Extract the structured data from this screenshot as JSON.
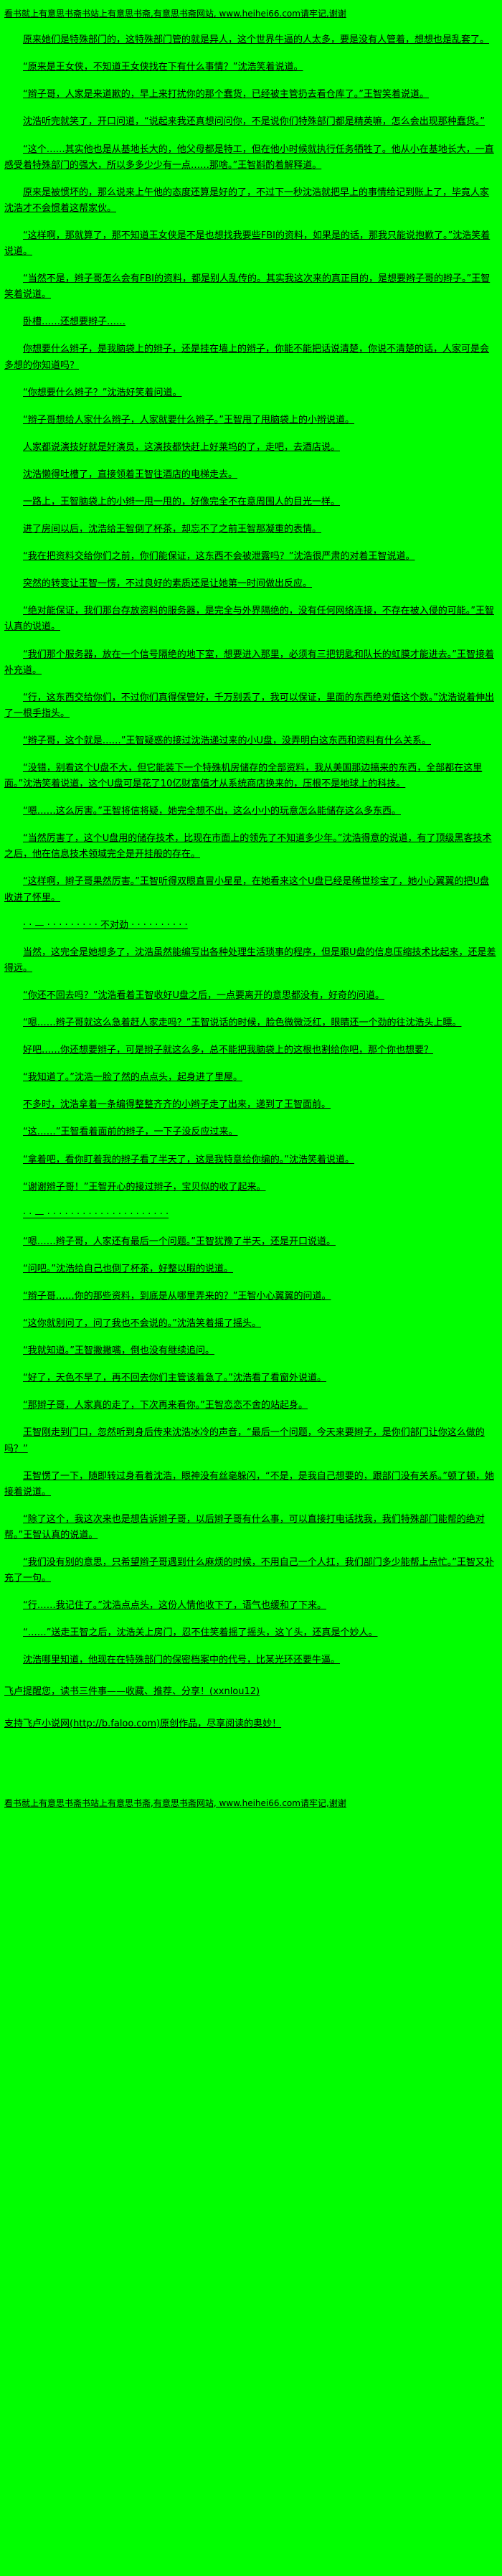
{
  "page": {
    "background_color": "#00ff00",
    "text_color": "#000000",
    "site_url": "www.heihei66.com",
    "banner_top": "看书就上有意思书斋书站上有意思书斋,有意思书斋网站, www.heihei66.com请牢记,谢谢",
    "banner_bottom": "看书就上有意思书斋书站上有意思书斋,有意思书斋网站, www.heihei66.com请牢记,谢谢"
  },
  "content": {
    "paragraphs": [
      "原来她们是特殊部门的，这特殊部门管的就是异人，这个世界牛逼的人太多，要是没有人管着，想想也是乱套了。",
      "“原来是王女侠，不知道王女侠找在下有什么事情？”沈浩笑着说道。",
      "“辫子哥，人家是来道歉的，早上来打扰你的那个蠢货，已经被主管扔去看仓库了。”王智笑着说道。",
      "沈浩听完就笑了，开口问道，“说起来我还真想问问你，不是说你们特殊部门都是精英嘛，怎么会出现那种蠢货。”",
      "“这个……其实他也是从基地长大的，他父母都是特工，但在他小时候就执行任务牺牲了。他从小在基地长大，一直感受着特殊部门的强大，所以多多少少有一点……那啥。”王智斟酌着解释道。",
      "原来是被惯坏的，那么说来上午他的态度还算是好的了，不过下一秒沈浩就把早上的事情给记到账上了，毕竟人家沈浩才不会惯着这帮家伙。",
      "“这样啊，那就算了，那不知道王女侠是不是也想找我要些FBI的资料，如果是的话，那我只能说抱歉了。”沈浩笑着说道。",
      "“当然不是，辫子哥怎么会有FBI的资料，都是别人乱传的。其实我这次来的真正目的，是想要辫子哥的辫子。”王智笑着说道。",
      "卧槽……还想要辫子……",
      "你想要什么辫子，是我脑袋上的辫子，还是挂在墙上的辫子，你能不能把话说清楚，你说不清楚的话，人家可是会多想的你知道吗？",
      "“你想要什么辫子？”沈浩好笑着问道。",
      "“辫子哥想给人家什么辫子，人家就要什么辫子。”王智甩了甩脑袋上的小辫说道。",
      "人家都说演技好就是好演员，这演技都快赶上好莱坞的了，走吧，去酒店说。",
      "沈浩懒得吐槽了，直接领着王智往酒店的电梯走去。",
      "一路上，王智脑袋上的小辫一甩一甩的，好像完全不在意周围人的目光一样。",
      "进了房间以后，沈浩给王智倒了杯茶，却忘不了之前王智那凝重的表情。",
      "“我在把资料交给你们之前，你们能保证，这东西不会被泄露吗？”沈浩很严肃的对着王智说道。",
      "突然的转变让王智一愣，不过良好的素质还是让她第一时间做出反应。",
      "“绝对能保证，我们那台存放资料的服务器，是完全与外界隔绝的，没有任何网络连接，不存在被入侵的可能。”王智认真的说道。",
      "“我们那个服务器，放在一个信号隔绝的地下室，想要进入那里，必须有三把钥匙和队长的虹膜才能进去。”王智接着补充道。",
      "“行，这东西交给你们，不过你们真得保管好，千万别丢了，我可以保证，里面的东西绝对值这个数。”沈浩说着伸出了一根手指头。",
      "“辫子哥，这个就是……”王智疑惑的接过沈浩递过来的小U盘，没弄明白这东西和资料有什么关系。",
      "“没错，别看这个U盘不大，但它能装下一个特殊机房储存的全部资料，我从美国那边搞来的东西，全部都在这里面。”沈浩笑着说道，这个U盘可是花了10亿财富值才从系统商店换来的，压根不是地球上的科技。",
      "“嗯……这么厉害。”王智将信将疑，她完全想不出，这么小小的玩意怎么能储存这么多东西。",
      "“当然厉害了，这个U盘用的储存技术，比现在市面上的领先了不知道多少年。”沈浩得意的说道，有了顶级黑客技术之后，他在信息技术领域完全是开挂般的存在。",
      "“这样啊，辫子哥果然厉害。”王智听得双眼直冒小星星，在她看来这个U盘已经是稀世珍宝了，她小心翼翼的把U盘收进了怀里。",
      "· · — · · · · · · · · · 不对劲 · · · · · · · · · ·",
      "当然，这完全是她想多了，沈浩虽然能编写出各种处理生活琐事的程序，但是跟U盘的信息压缩技术比起来，还是差得远。",
      "“你还不回去吗？”沈浩看着王智收好U盘之后，一点要离开的意思都没有，好奇的问道。",
      "“嗯……辫子哥就这么急着赶人家走吗？”王智说话的时候，脸色微微泛红，眼睛还一个劲的往沈浩头上瞟。",
      "好吧……你还想要辫子，可是辫子就这么多，总不能把我脑袋上的这根也割给你吧，那个你也想要？",
      "“我知道了。”沈浩一脸了然的点点头，起身进了里屋。",
      "不多时，沈浩拿着一条编得整整齐齐的小辫子走了出来，递到了王智面前。",
      "“这……”王智看着面前的辫子，一下子没反应过来。",
      "“拿着吧，看你盯着我的辫子看了半天了，这是我特意给你编的。”沈浩笑着说道。",
      "“谢谢辫子哥！”王智开心的接过辫子，宝贝似的收了起来。",
      "· · — · · · · · · · · · · · · · · · · · · · · ·",
      "“嗯……辫子哥，人家还有最后一个问题。”王智犹豫了半天，还是开口说道。",
      "“问吧。”沈浩给自己也倒了杯茶，好整以暇的说道。",
      "“辫子哥……你的那些资料，到底是从哪里弄来的？”王智小心翼翼的问道。",
      "“这你就别问了，问了我也不会说的。”沈浩笑着摇了摇头。",
      "“我就知道。”王智撇撇嘴，倒也没有继续追问。",
      "“好了，天色不早了，再不回去你们主管该着急了。”沈浩看了看窗外说道。",
      "“那辫子哥，人家真的走了，下次再来看你。”王智恋恋不舍的站起身。",
      "王智刚走到门口，忽然听到身后传来沈浩冰冷的声音，“最后一个问题，今天来要辫子，是你们部门让你这么做的吗？”",
      "王智愣了一下，随即转过身看着沈浩，眼神没有丝毫躲闪，“不是，是我自己想要的，跟部门没有关系。”顿了顿，她接着说道。",
      "“除了这个，我这次来也是想告诉辫子哥，以后辫子哥有什么事，可以直接打电话找我，我们特殊部门能帮的绝对帮。”王智认真的说道。",
      "“我们没有别的意思，只希望辫子哥遇到什么麻烦的时候，不用自己一个人扛，我们部门多少能帮上点忙。”王智又补充了一句。",
      "“行……我记住了。”沈浩点点头，这份人情他收下了，语气也缓和了下来。",
      "“……”送走王智之后，沈浩关上房门，忍不住笑着摇了摇头，这丫头，还真是个妙人。",
      "沈浩哪里知道，他现在在特殊部门的保密档案中的代号，比某光环还要牛逼。"
    ],
    "promo_lines": [
      "飞卢提醒您，读书三件事——收藏、推荐、分享！(xxnlou12)",
      "支持飞卢小说网(http://b.faloo.com)原创作品，尽享阅读的奥妙！"
    ]
  }
}
